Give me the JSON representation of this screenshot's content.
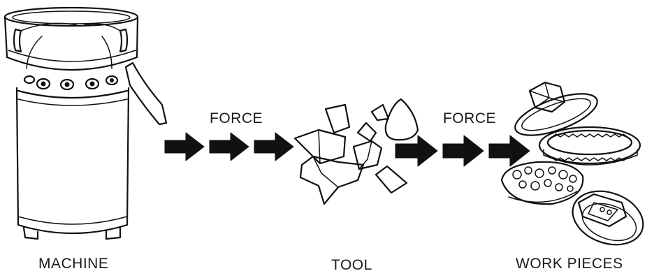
{
  "labels": {
    "machine": "MACHINE",
    "tool": "TOOL",
    "work_pieces": "WORK PIECES",
    "force_left": "FORCE",
    "force_right": "FORCE"
  },
  "colors": {
    "ink": "#111111",
    "background": "#ffffff"
  }
}
